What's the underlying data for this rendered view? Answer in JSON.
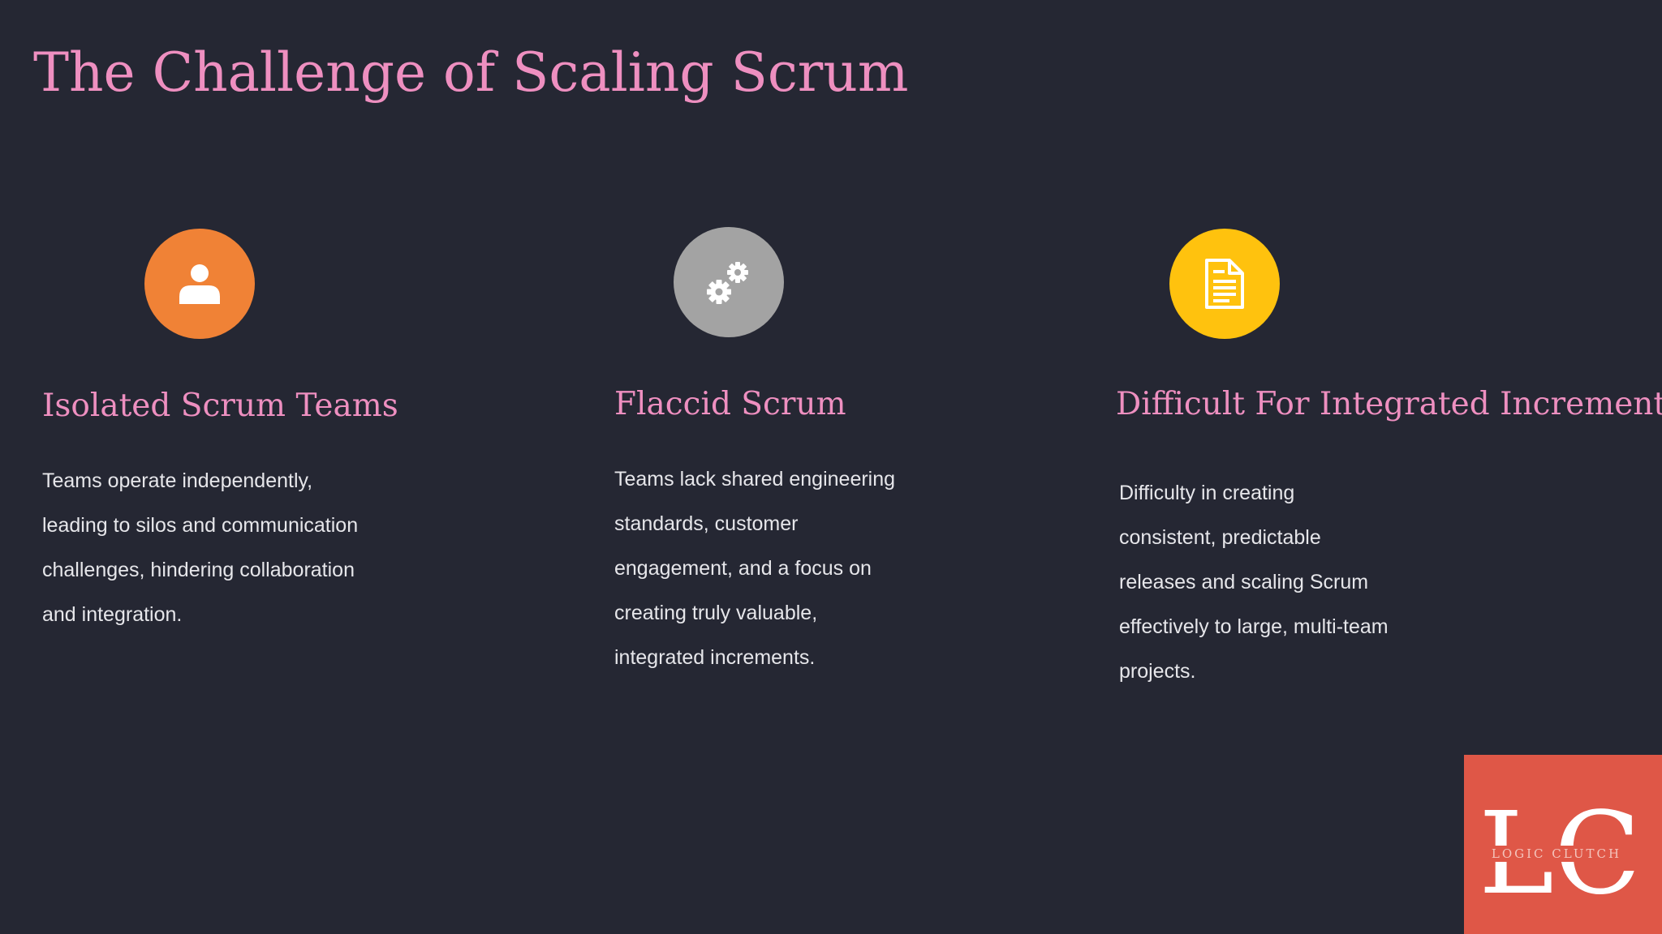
{
  "slide": {
    "title": "The Challenge of Scaling Scrum"
  },
  "columns": [
    {
      "icon": "user-icon",
      "icon_color": "#f08236",
      "heading": "Isolated Scrum Teams",
      "body_lines": [
        "Teams operate independently,",
        "leading to silos and communication",
        "challenges, hindering collaboration",
        "and integration."
      ]
    },
    {
      "icon": "gears-icon",
      "icon_color": "#a3a3a3",
      "heading": "Flaccid Scrum",
      "body_lines": [
        "Teams lack shared engineering",
        "standards, customer",
        "engagement, and a focus on",
        "creating truly valuable,",
        "integrated increments."
      ]
    },
    {
      "icon": "document-icon",
      "icon_color": "#ffc20e",
      "heading": "Difficult For Integrated Increment",
      "body_lines": [
        "Difficulty in creating",
        "consistent, predictable",
        "releases and scaling Scrum",
        "effectively to large, multi-team",
        "projects."
      ]
    }
  ],
  "logo": {
    "monogram": "LC",
    "text": "LOGIC CLUTCH",
    "background_color": "#df5747"
  }
}
